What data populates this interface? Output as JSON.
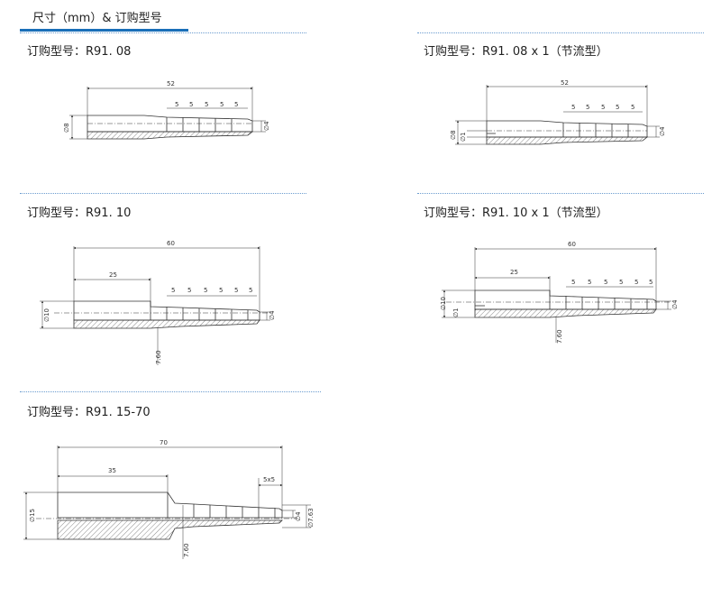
{
  "header": {
    "title": "尺寸（mm）& 订购型号"
  },
  "sections": [
    {
      "title": "订购型号：R91. 08",
      "dims": {
        "overall": "52",
        "pitch": "5",
        "od": "∅8",
        "hose": "∅4"
      }
    },
    {
      "title": "订购型号：R91. 08 x 1（节流型）",
      "dims": {
        "overall": "52",
        "pitch": "5",
        "od": "∅8",
        "orifice": "∅1",
        "hose": "∅4"
      }
    },
    {
      "title": "订购型号：R91. 10",
      "dims": {
        "overall": "60",
        "bore_len": "25",
        "pitch": "5",
        "od": "∅10",
        "hose": "∅4",
        "shoulder": "7.60"
      }
    },
    {
      "title": "订购型号：R91. 10 x 1（节流型）",
      "dims": {
        "overall": "60",
        "bore_len": "25",
        "pitch": "5",
        "od": "∅10",
        "orifice": "∅1",
        "hose": "∅4",
        "shoulder": "7.60"
      }
    },
    {
      "title": "订购型号：R91. 15-70",
      "dims": {
        "overall": "70",
        "bore_len": "35",
        "pitch": "5x5",
        "od": "∅15",
        "hose": "∅4",
        "tip": "∅7.63",
        "shoulder": "7.60"
      }
    }
  ]
}
